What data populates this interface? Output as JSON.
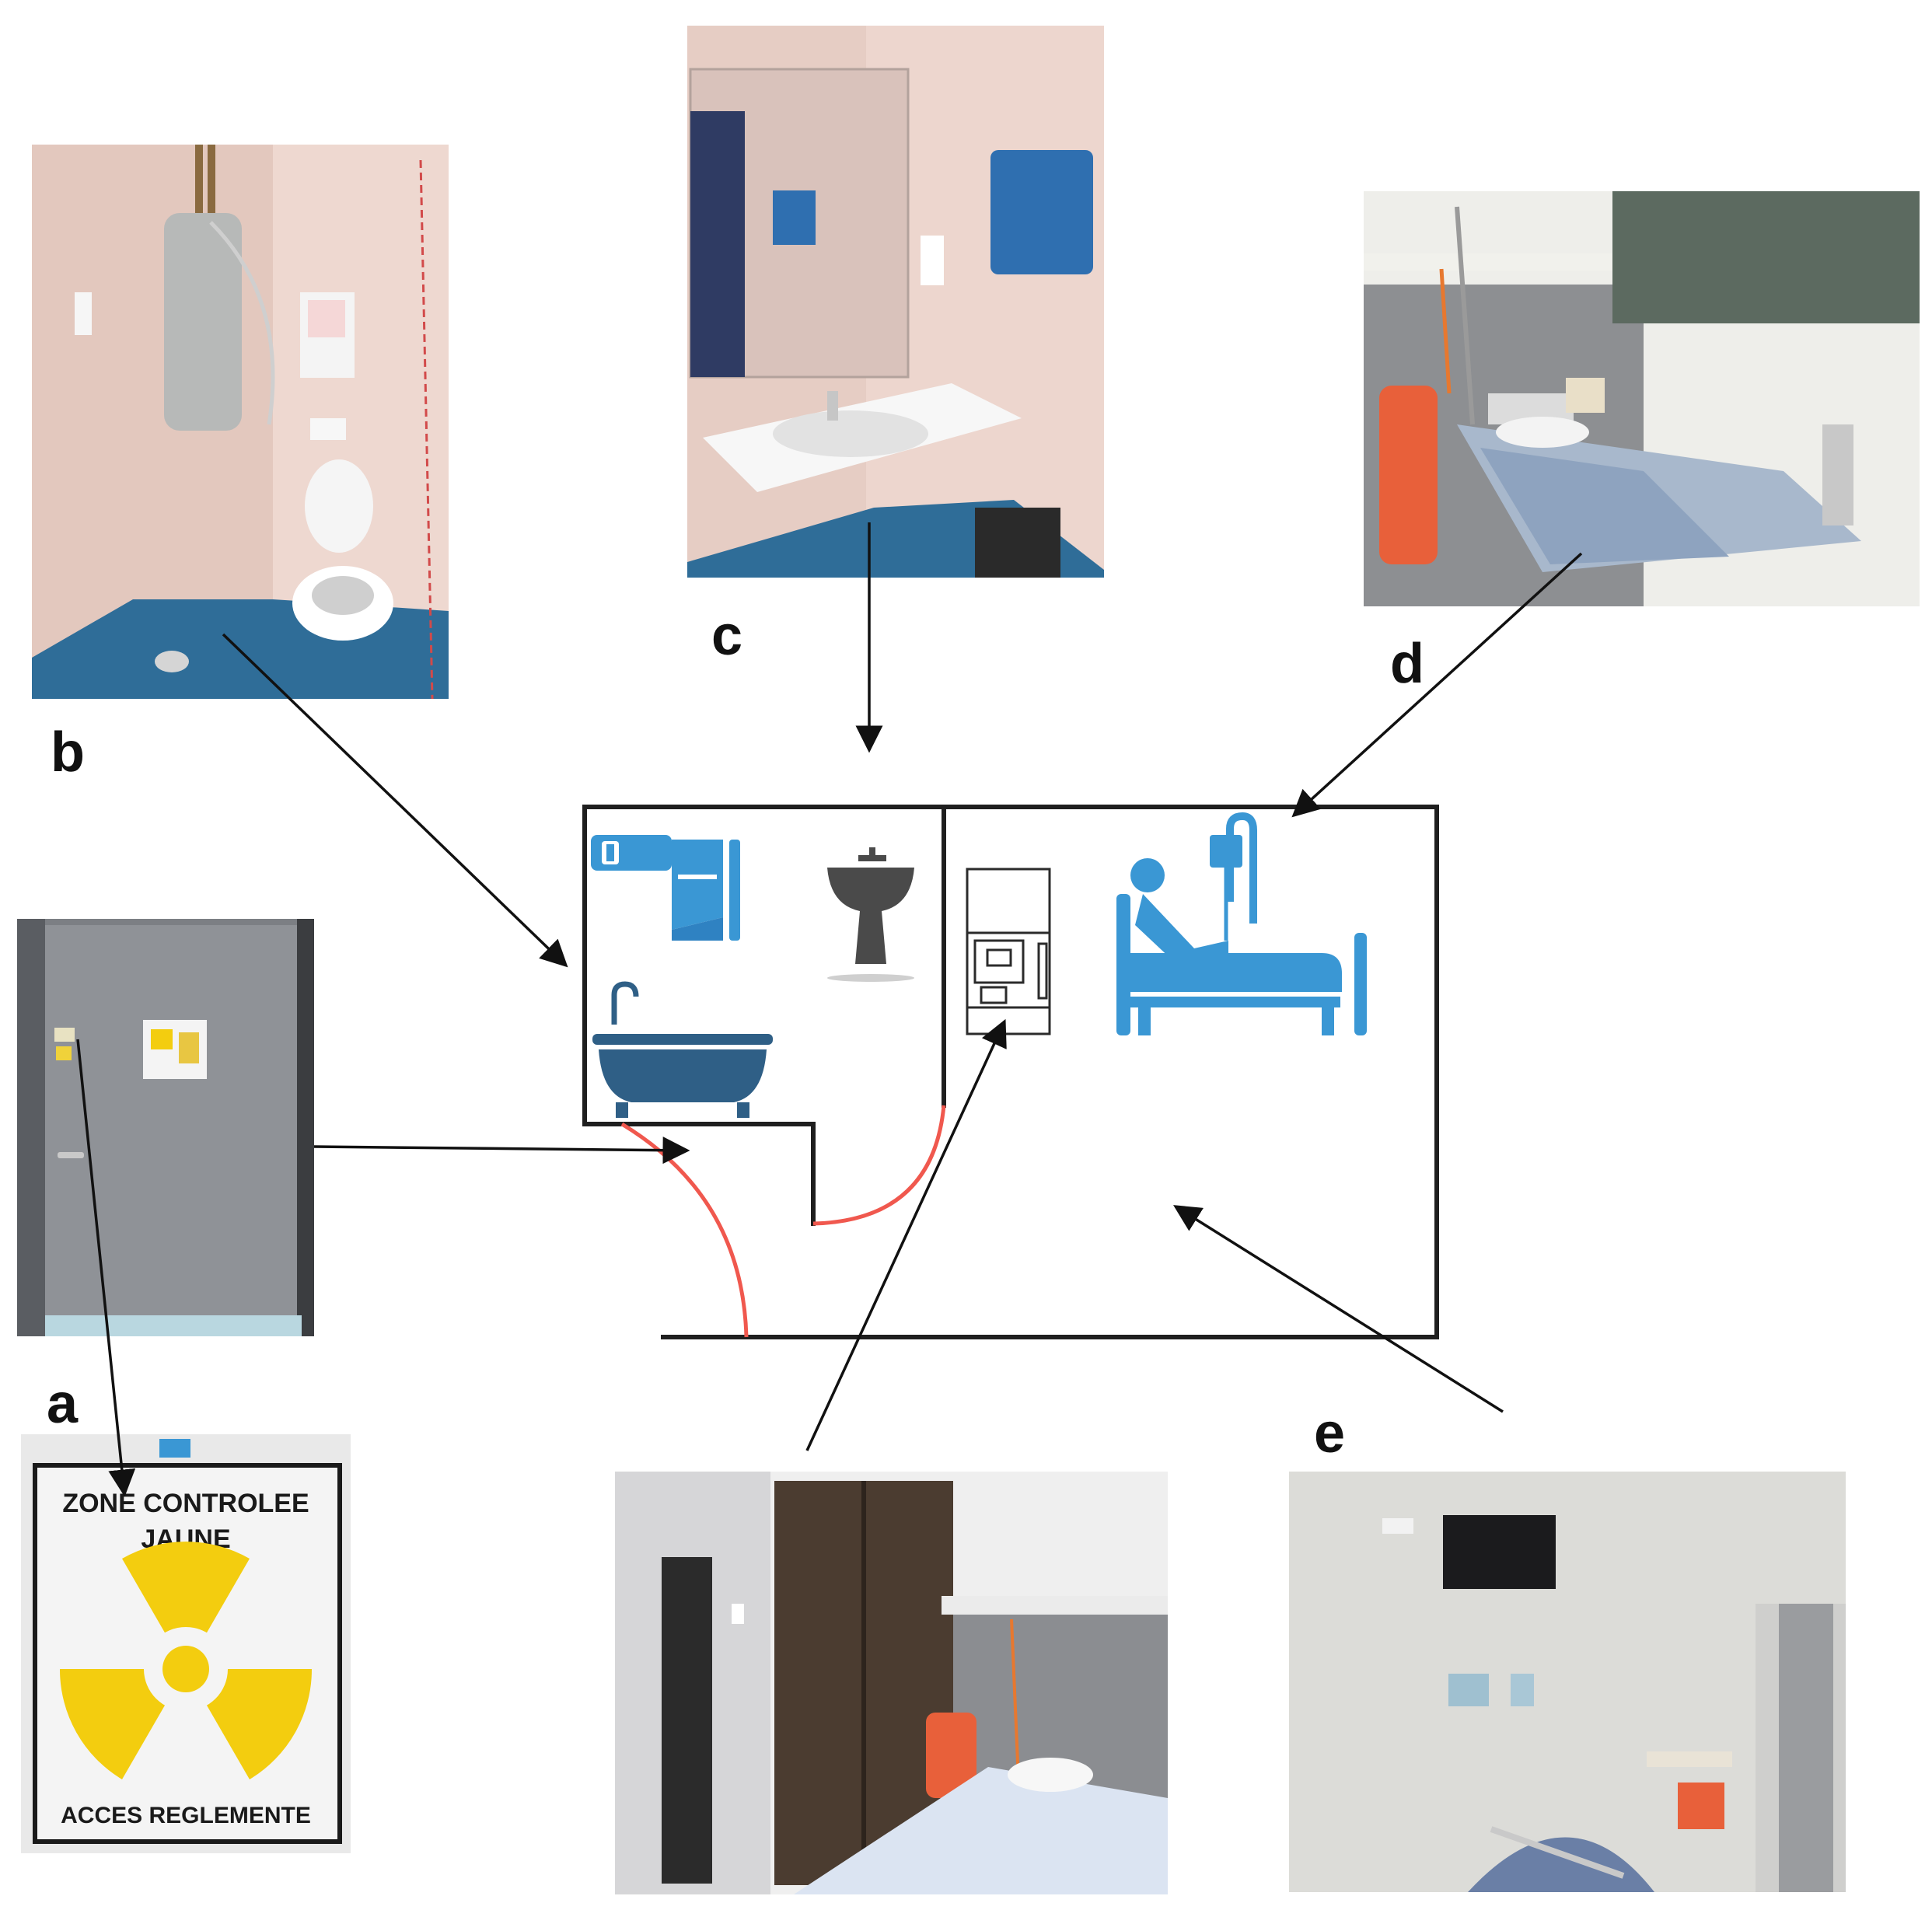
{
  "labels": {
    "a": "a",
    "b": "b",
    "c": "c",
    "d": "d",
    "e": "e"
  },
  "sign": {
    "line1": "ZONE CONTROLEE",
    "line2": "JAUNE",
    "line3": "ACCES REGLEMENTE"
  },
  "colors": {
    "arrow": "#111111",
    "door_swing": "#f0584e",
    "icon_light_blue": "#3a97d4",
    "icon_dark_blue": "#2f5f86",
    "sink_gray": "#4a4a4a",
    "wall_pink": "#ead3cb",
    "floor_blue": "#2f6d98",
    "radiation_yellow": "#f3cd0f",
    "chair_orange": "#e8603a"
  },
  "icons": [
    "water-heater-icon",
    "toilet-icon",
    "sink-icon",
    "bathtub-icon",
    "medical-device-icon",
    "patient-bed-icon"
  ]
}
